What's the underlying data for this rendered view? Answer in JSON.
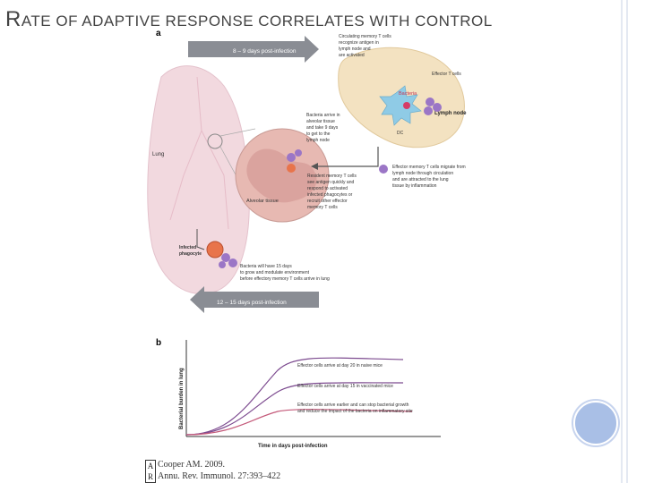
{
  "slide": {
    "title_first": "R",
    "title_rest": "ATE OF ADAPTIVE RESPONSE CORRELATES WITH CONTROL"
  },
  "panel_a": {
    "label": "a",
    "arrow_top": "8 – 9 days post-infection",
    "arrow_bottom": "12 – 15 days post-infection",
    "lung_label": "Lung",
    "lymph_node_label": "Lymph node",
    "bacteria_label": "Bacteria",
    "effector_label": "Effector T cells",
    "dc_label": "DC",
    "alveolar_label": "Alveolar tissue",
    "infected_label": "Infected phagocyte",
    "note_circulating": "Circulating memory T cells recognize antigen in lymph node and are activated",
    "note_bacteria_arrive": "Bacteria arrive in alveolar tissue and take 9 days to get to the lymph node",
    "note_effector_migrate": "Effector memory T cells migrate from lymph node through circulation and are attracted to the lung tissue by inflammation",
    "note_resident": "Resident memory T cells see antigen quickly and respond to activated infected phagocytes or recruit other effector memory T cells",
    "note_bacteria_grow": "Bacteria will have 15 days to grow and modulate environment before effectory memory T cells arrive in lung"
  },
  "panel_b": {
    "label": "b",
    "ylabel": "Bacterial burden in lung",
    "xlabel": "Time in days post-infection",
    "curve_naive": "Effector cells arrive at day 20 in naive mice",
    "curve_vaccinated": "Effector cells arrive at day 15 in vaccinated mice",
    "curve_early": "Effector cells arrive earlier and can stop bacterial growth and reduce the impact of the bacteria on inflammatory site"
  },
  "citation": {
    "line1": "Cooper AM. 2009.",
    "line2": "Annu. Rev. Immunol. 27:393–422"
  },
  "colors": {
    "arrow_gray": "#8a8d94",
    "lung_pink": "#f2d9df",
    "lymph_node": "#f3e2c1",
    "effector_purple": "#9b76c6",
    "curve_purple": "#7c4a8f",
    "curve_pink": "#c45a7a",
    "accent_blue": "#a9bfe6"
  }
}
